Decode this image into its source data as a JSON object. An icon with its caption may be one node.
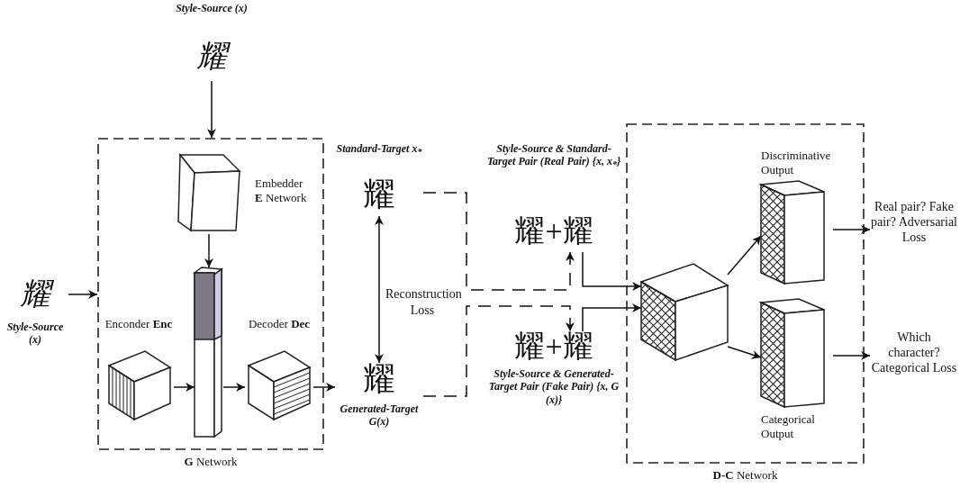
{
  "diagram": {
    "nodes": [
      {
        "text": [
          "**G** Network"
        ]
      },
      {
        "text": [
          "Style-Source (x)",
          "耀"
        ]
      },
      {
        "text": [
          "Embedder **E** Network"
        ],
        "in": 0
      },
      {
        "text": [
          "Enconder **Enc**"
        ],
        "in": 0
      },
      {
        "text": [],
        "shape": "bar",
        "in": 0
      },
      {
        "text": [
          "Decoder **Dec**"
        ],
        "in": 0
      },
      {
        "text": [
          "耀",
          "Style-Source (x)"
        ]
      },
      {
        "text": [
          "Standard-Target x$_{*}$",
          "耀"
        ]
      },
      {
        "text": [
          "耀",
          "Generated-Target G(x)"
        ]
      },
      {
        "text": [
          "Style-Source & Standard-Target Pair (Real Pair) {x, x$_{*}$}",
          "耀+耀"
        ]
      },
      {
        "text": [
          "耀+耀",
          "Style-Source & Generated-Target Pair (Fake Pair) {x, G (x)}"
        ]
      },
      {
        "text": [
          "**D-C** Network"
        ]
      },
      {
        "text": [],
        "shape": "box",
        "in": 11
      },
      {
        "text": [
          "Discriminative Output"
        ],
        "in": 11
      },
      {
        "text": [
          "Categorical Output"
        ],
        "in": 11
      },
      {
        "text": [
          "Real pair? Fake pair? Adversarial Loss"
        ]
      },
      {
        "text": [
          "Which character? Categorical Loss"
        ]
      }
    ],
    "edges": [
      {
        "from": 1,
        "to": 0,
        "arrow": "to"
      },
      {
        "from": 2,
        "to": 4,
        "arrow": "to"
      },
      {
        "from": 6,
        "to": 0,
        "arrow": "to"
      },
      {
        "from": 3,
        "to": 4,
        "arrow": "to"
      },
      {
        "from": 4,
        "to": 5,
        "arrow": "to"
      },
      {
        "from": 5,
        "to": 8,
        "arrow": "to"
      },
      {
        "from": 7,
        "to": 8,
        "arrow": "both",
        "label": "Reconstruction Loss"
      },
      {
        "from": 7,
        "to": 9,
        "arrow": "to",
        "style": "dashed"
      },
      {
        "from": 8,
        "to": 10,
        "arrow": "to",
        "style": "dashed"
      },
      {
        "from": 9,
        "to": 12,
        "arrow": "to"
      },
      {
        "from": 10,
        "to": 12,
        "arrow": "to"
      },
      {
        "from": 12,
        "to": 13,
        "arrow": "to"
      },
      {
        "from": 12,
        "to": 14,
        "arrow": "to"
      },
      {
        "from": 13,
        "to": 15,
        "arrow": "to"
      },
      {
        "from": 14,
        "to": 16,
        "arrow": "to"
      }
    ]
  }
}
